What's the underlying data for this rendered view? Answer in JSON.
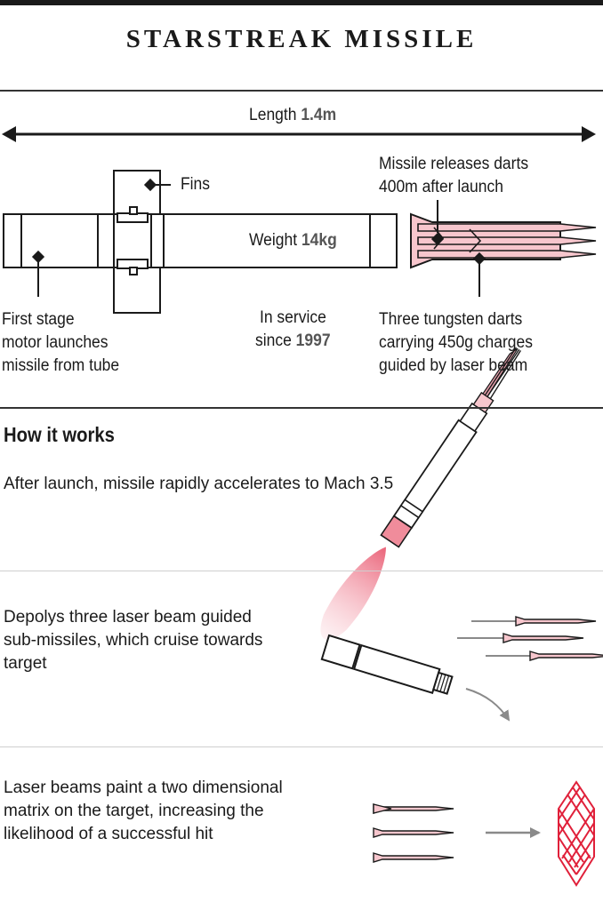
{
  "title": "STARSTREAK MISSILE",
  "specs": {
    "length_label": "Length",
    "length_value": "1.4m",
    "weight_label": "Weight",
    "weight_value": "14kg",
    "service_label": "In service",
    "service_since": "since",
    "service_year": "1997"
  },
  "callouts": {
    "fins": "Fins",
    "release_line1": "Missile releases darts",
    "release_line2": "400m after launch",
    "first_stage_line1": "First stage",
    "first_stage_line2": "motor launches",
    "first_stage_line3": "missile from tube",
    "darts_line1": "Three tungsten darts",
    "darts_line2": "carrying 450g charges",
    "darts_line3": "guided by laser beam"
  },
  "how_it_works": {
    "heading": "How it works",
    "steps": [
      {
        "text": "After launch, missile rapidly accelerates to Mach 3.5"
      },
      {
        "text": "Depolys three laser beam guided sub-missiles, which cruise towards target"
      },
      {
        "text": "Laser beams paint a two dimensional matrix on the target, increasing the likelihood of a successful hit"
      }
    ]
  },
  "colors": {
    "ink": "#1a1a1a",
    "pink_fill": "#f7c6cd",
    "pink_dark": "#d9485f",
    "red_matrix": "#e0203a",
    "grey": "#8a8a8a"
  }
}
